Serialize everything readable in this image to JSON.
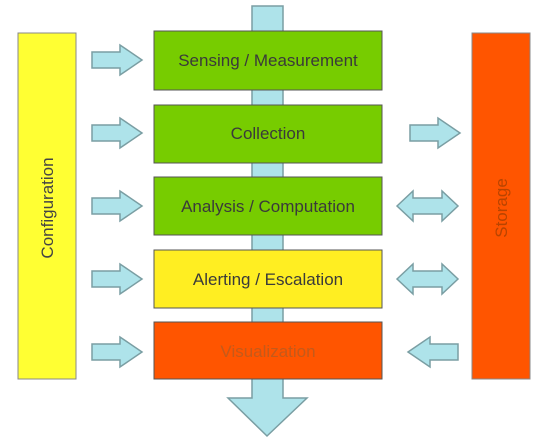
{
  "diagram": {
    "left_bar": {
      "label": "Configuration",
      "color": "#ffff33"
    },
    "right_bar": {
      "label": "Storage",
      "color": "#ff5500"
    },
    "stages": [
      {
        "label": "Sensing / Measurement",
        "color": "#77cc00"
      },
      {
        "label": "Collection",
        "color": "#77cc00"
      },
      {
        "label": "Analysis / Computation",
        "color": "#77cc00"
      },
      {
        "label": "Alerting / Escalation",
        "color": "#ffee22"
      },
      {
        "label": "Visualization",
        "color": "#ff5500"
      }
    ],
    "flow_color": "#aee3ea",
    "outline_color": "#7a9ea3"
  }
}
